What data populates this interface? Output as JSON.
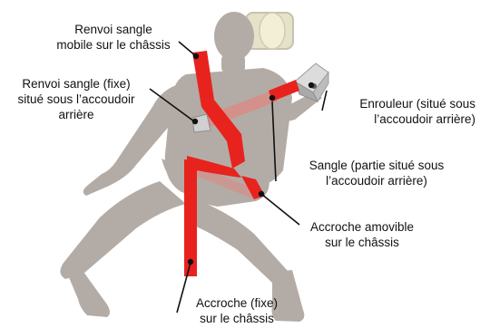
{
  "labels": {
    "renvoi_mobile": "Renvoi sangle\nmobile sur le châssis",
    "renvoi_fixe": "Renvoi sangle (fixe)\nsitué sous l’accoudoir\narrière",
    "enrouleur": "Enrouleur (situé sous\nl’accoudoir arrière)",
    "sangle": "Sangle (partie situé sous\nl’accoudoir arrière)",
    "accroche_amovible": "Accroche amovible\nsur le châssis",
    "accroche_fixe": "Accroche (fixe)\nsur le châssis"
  },
  "colors": {
    "body": "#b3aca6",
    "belt": "#e8231e",
    "belt_hidden": "#d98b86",
    "hardware": "#c8c8c8",
    "pointer": "#111111"
  }
}
